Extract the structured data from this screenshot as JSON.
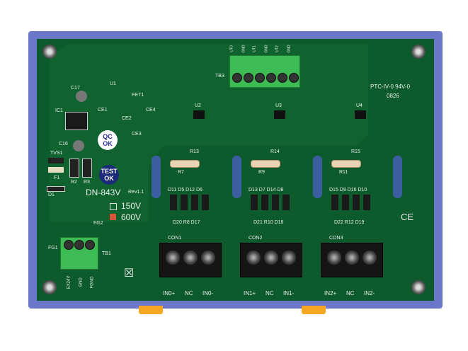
{
  "board": {
    "model": "DN-843V",
    "revision": "Rev1.1",
    "voltage_options": [
      {
        "label": "150V",
        "checked": false
      },
      {
        "label": "600V",
        "checked": true
      }
    ],
    "qc_badge": "QC OK",
    "test_badge": "TEST OK",
    "fab_marking": "PTC-IV-0  94V-0",
    "date_code": "0826",
    "ce_mark": "CE"
  },
  "tb3": {
    "label": "TB3",
    "pins": [
      "UT0",
      "GND",
      "UT1",
      "GND",
      "UT2",
      "GND"
    ]
  },
  "tb1": {
    "label": "TB1",
    "pins": [
      "EX24V",
      "GND",
      "FGND"
    ]
  },
  "connectors": [
    {
      "label": "CON1",
      "pins": [
        "IN0+",
        "NC",
        "IN0-"
      ]
    },
    {
      "label": "CON2",
      "pins": [
        "IN1+",
        "NC",
        "IN1-"
      ]
    },
    {
      "label": "CON3",
      "pins": [
        "IN2+",
        "NC",
        "IN2-"
      ]
    }
  ],
  "channels": [
    {
      "u": "U2",
      "res": "R13",
      "pot": "R7",
      "diodes_top": "D11 D5 D12 D6",
      "diodes_bot": "D20 R8 D17"
    },
    {
      "u": "U3",
      "res": "R14",
      "pot": "R9",
      "diodes_top": "D13 D7 D14 D8",
      "diodes_bot": "D21 R10 D18"
    },
    {
      "u": "U4",
      "res": "R15",
      "pot": "R11",
      "diodes_top": "D15 D9 D16 D10",
      "diodes_bot": "D22 R12 D19"
    }
  ],
  "power_labels": {
    "ic1": "IC1",
    "c17": "C17",
    "c16": "C16",
    "tvs1": "TVS1",
    "f1": "F1",
    "d1": "D1",
    "r2": "R2",
    "r3": "R3",
    "fg2": "FG2",
    "fg1": "FG1",
    "u1": "U1",
    "fet1": "FET1",
    "ce1": "CE1",
    "ce2": "CE2",
    "ce3": "CE3",
    "ce4": "CE4"
  },
  "colors": {
    "pcb": "#0d5a2c",
    "frame": "#6b78c9",
    "terminal_green": "#3dbb55",
    "clip": "#f5a623"
  }
}
